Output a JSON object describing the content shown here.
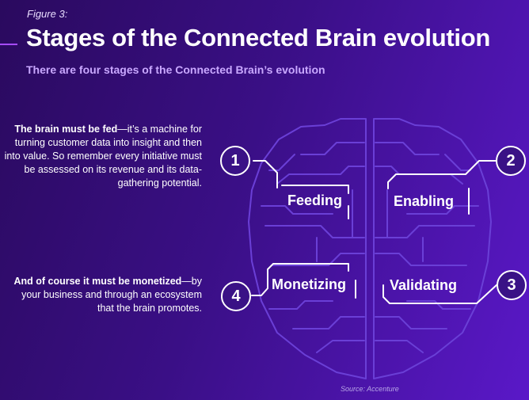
{
  "figure_label": "Figure 3:",
  "title": "Stages of the Connected Brain evolution",
  "subtitle": "There are four stages of the Connected Brain’s evolution",
  "paragraph_1": {
    "bold": "The brain must be fed",
    "text": "—it’s a machine for turning customer data into insight and then into value. So remember every initiative must be assessed on its revenue and its data-gathering potential."
  },
  "paragraph_2": {
    "bold": "And of course it must be monetized",
    "text": "—by your business and through an ecosystem that the brain promotes."
  },
  "stages": [
    {
      "number": "1",
      "label": "Feeding"
    },
    {
      "number": "2",
      "label": "Enabling"
    },
    {
      "number": "3",
      "label": "Validating"
    },
    {
      "number": "4",
      "label": "Monetizing"
    }
  ],
  "source": "Source: Accenture",
  "colors": {
    "accent": "#a64cff",
    "subtitle": "#c9a8ff",
    "brain_line": "#6a3fd6"
  }
}
